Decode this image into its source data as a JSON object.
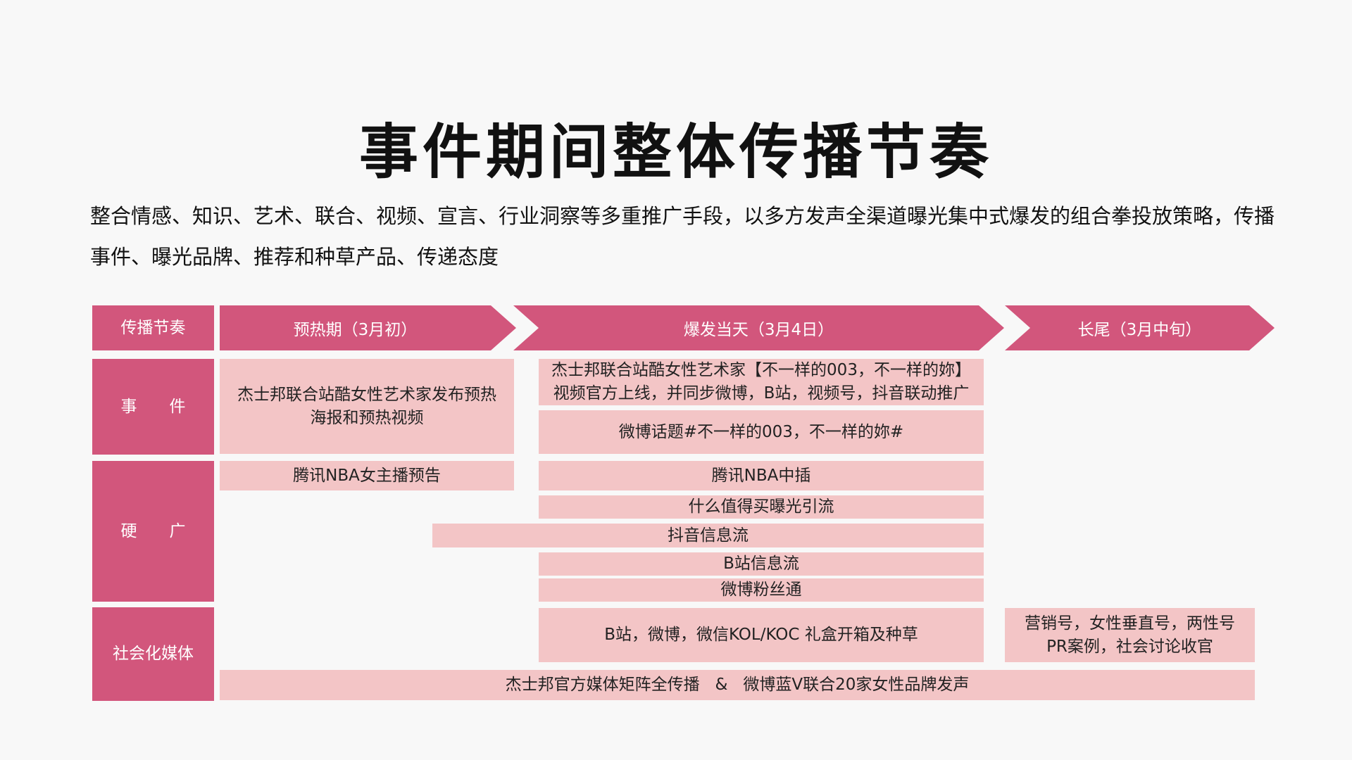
{
  "title": "事件期间整体传播节奏",
  "subtitle": "整合情感、知识、艺术、联合、视频、宣言、行业洞察等多重推广手段，以多方发声全渠道曝光集中式爆发的组合拳投放策略，传播事件、曝光品牌、推荐和种草产品、传递态度",
  "header": {
    "label": "传播节奏",
    "phases": [
      "预热期（3月初）",
      "爆发当天（3月4日）",
      "长尾（3月中旬）"
    ]
  },
  "rows": {
    "event": "事件",
    "hard_ad": "硬广",
    "social": "社会化媒体"
  },
  "event_cells": {
    "preheat": "杰士邦联合站酷女性艺术家发布预热海报和预热视频",
    "launch": [
      "杰士邦联合站酷女性艺术家【不一样的003，不一样的妳】",
      "视频官方上线，并同步微博，B站，视频号，抖音联动推广"
    ],
    "topic": "微博话题#不一样的003，不一样的妳#"
  },
  "ad_cells": {
    "tencent_preview": "腾讯NBA女主播预告",
    "tencent_insert": "腾讯NBA中插",
    "smzdm": "什么值得买曝光引流",
    "douyin": "抖音信息流",
    "bilibili": "B站信息流",
    "weibo_fans": "微博粉丝通"
  },
  "social_cells": {
    "kol": "B站，微博，微信KOL/KOC 礼盒开箱及种草",
    "long_tail": [
      "营销号，女性垂直号，两性号",
      "PR案例，社会讨论收官"
    ],
    "matrix": "杰士邦官方媒体矩阵全传播   &   微博蓝V联合20家女性品牌发声"
  },
  "colors": {
    "header": "#d2567c",
    "cell": "#f3c5c6",
    "background": "#f8f8f8"
  }
}
